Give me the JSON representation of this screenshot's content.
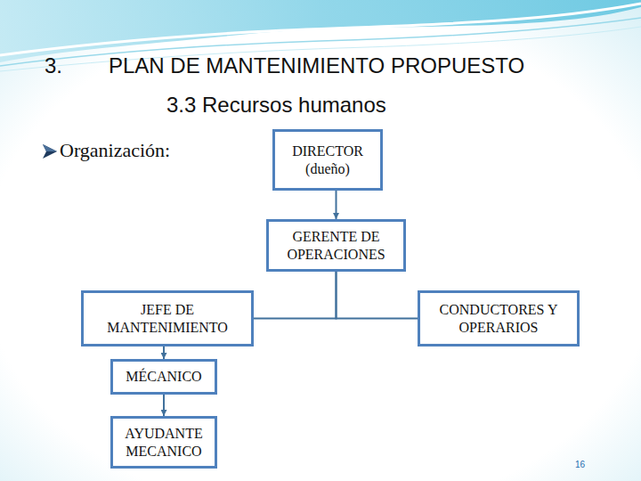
{
  "diagram": {
    "title": "PLAN DE MANTENIMIENTO PROPUESTO",
    "nodes": [
      {
        "text": [
          "DIRECTOR (dueño)"
        ]
      },
      {
        "text": [
          "GERENTE DE OPERACIONES"
        ]
      },
      {
        "text": [
          "JEFE DE MANTENIMIENTO"
        ]
      },
      {
        "text": [
          "CONDUCTORES Y OPERARIOS"
        ]
      },
      {
        "text": [
          "MÉCANICO"
        ]
      },
      {
        "text": [
          "AYUDANTE MECANICO"
        ]
      }
    ],
    "edges": [
      {
        "from": 0,
        "to": 1,
        "arrow": "to"
      },
      {
        "from": 1,
        "to": 2,
        "arrow": "none"
      },
      {
        "from": 1,
        "to": 3,
        "arrow": "none"
      },
      {
        "from": 2,
        "to": 4,
        "arrow": "to"
      },
      {
        "from": 4,
        "to": 5,
        "arrow": "to"
      }
    ],
    "labels": [
      "3.",
      "3.3 Recursos humanos",
      "Organización:",
      "16"
    ]
  }
}
